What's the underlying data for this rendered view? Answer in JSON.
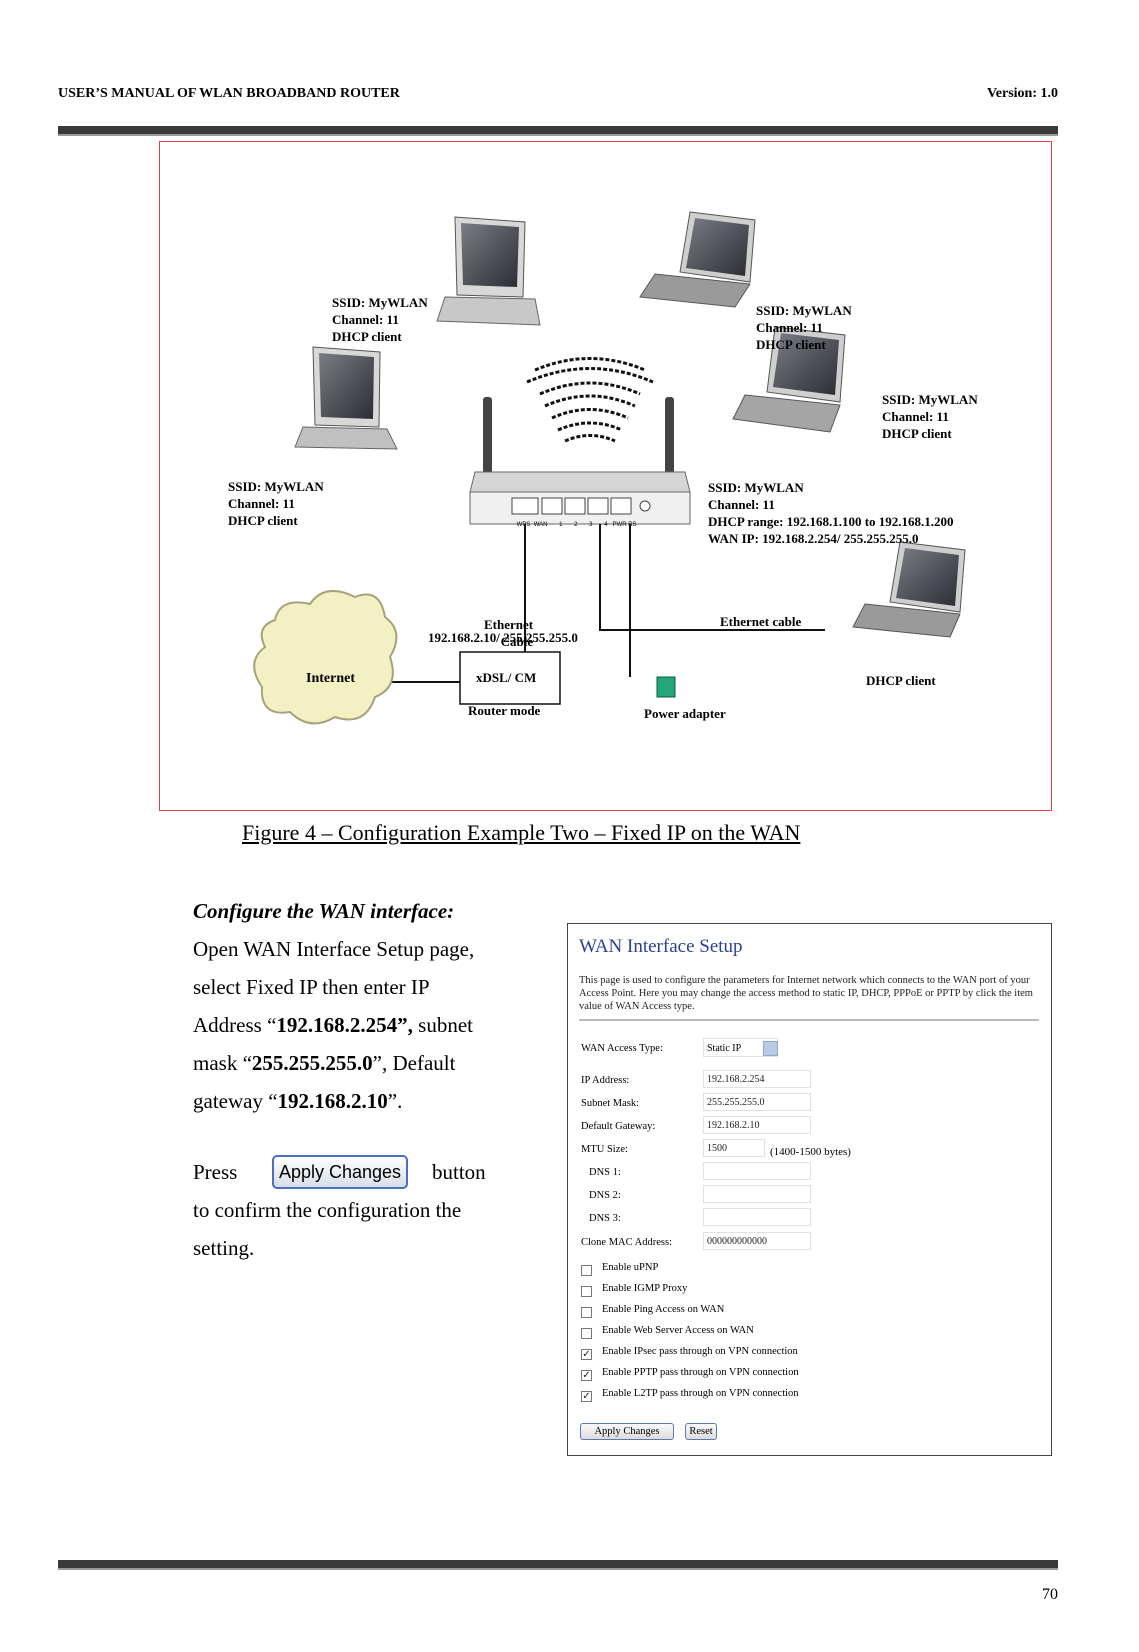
{
  "header": {
    "title": "USER’S MANUAL OF WLAN BROADBAND ROUTER",
    "version": "Version: 1.0"
  },
  "diagram": {
    "laptop_top_left": [
      "SSID: MyWLAN",
      "Channel: 11",
      "DHCP client"
    ],
    "laptop_top_right": [
      "SSID: MyWLAN",
      "Channel: 11",
      "DHCP client"
    ],
    "laptop_right": [
      "SSID: MyWLAN",
      "Channel: 11",
      "DHCP client"
    ],
    "laptop_left": [
      "SSID: MyWLAN",
      "Channel: 11",
      "DHCP client"
    ],
    "router_info": [
      "SSID: MyWLAN",
      "Channel: 11",
      "DHCP range: 192.168.1.100 to 192.168.1.200",
      "WAN IP: 192.168.2.254/ 255.255.255.0"
    ],
    "router_ports": [
      "WPS",
      "WAN",
      "1",
      "2",
      "3",
      "4",
      "PWR",
      "RS"
    ],
    "ethernet_cable_left": [
      "Ethernet",
      "Cable"
    ],
    "modem_ip": "192.168.2.10/ 255.255.255.0",
    "internet": "Internet",
    "modem": "xDSL/ CM",
    "router_mode": "Router mode",
    "power_adapter": "Power adapter",
    "ethernet_cable_right": "Ethernet cable",
    "dhcp_client": "DHCP client"
  },
  "caption": "Figure 4 – Configuration Example Two – Fixed IP on the WAN",
  "instructions": {
    "heading": "Configure the WAN interface:",
    "line1": "Open WAN Interface Setup page,",
    "line2": "select Fixed IP then enter IP",
    "line3_pre": "Address “",
    "ip": "192.168.2.254”,",
    "line3_post": " subnet",
    "line4_pre": "mask “",
    "mask": "255.255.255.0",
    "line4_post": "”, Default",
    "line5_pre": "gateway “",
    "gateway": "192.168.2.10",
    "line5_post": "”.",
    "press": "Press",
    "button_word": "button",
    "line7": "to confirm the configuration the",
    "line8": "setting.",
    "apply_button": "Apply Changes"
  },
  "screenshot": {
    "title": "WAN Interface Setup",
    "description": "This page is used to configure the parameters for Internet network which connects to the WAN port of your Access Point. Here you may change the access method to static IP, DHCP, PPPoE or PPTP by click the item value of WAN Access type.",
    "access_type_label": "WAN Access Type:",
    "access_type_value": "Static IP",
    "fields": [
      {
        "label": "IP Address:",
        "value": "192.168.2.254"
      },
      {
        "label": "Subnet Mask:",
        "value": "255.255.255.0"
      },
      {
        "label": "Default Gateway:",
        "value": "192.168.2.10"
      },
      {
        "label": "MTU Size:",
        "value": "1500"
      },
      {
        "label": "DNS 1:",
        "value": ""
      },
      {
        "label": "DNS 2:",
        "value": ""
      },
      {
        "label": "DNS 3:",
        "value": ""
      },
      {
        "label": "Clone MAC Address:",
        "value": "000000000000"
      }
    ],
    "mtu_hint": "(1400-1500 bytes)",
    "checkboxes": [
      {
        "label": "Enable uPNP",
        "checked": false
      },
      {
        "label": "Enable IGMP Proxy",
        "checked": false
      },
      {
        "label": "Enable Ping Access on WAN",
        "checked": false
      },
      {
        "label": "Enable Web Server Access on WAN",
        "checked": false
      },
      {
        "label": "Enable IPsec pass through on VPN connection",
        "checked": true
      },
      {
        "label": "Enable PPTP pass through on VPN connection",
        "checked": true
      },
      {
        "label": "Enable L2TP pass through on VPN connection",
        "checked": true
      }
    ],
    "apply_label": "Apply Changes",
    "reset_label": "Reset"
  },
  "page_number": "70"
}
